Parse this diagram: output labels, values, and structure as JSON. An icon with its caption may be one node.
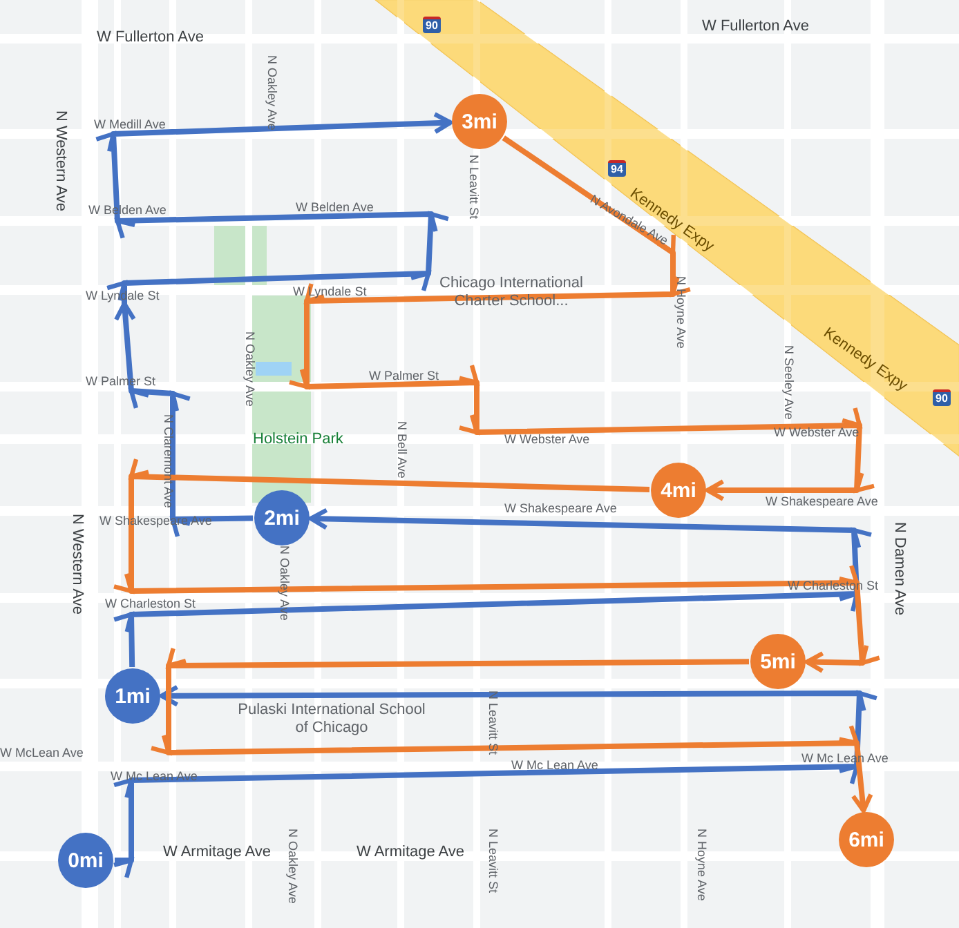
{
  "diagram": {
    "nodes": [
      {
        "text": [
          "0mi"
        ]
      },
      {
        "text": [
          "1mi"
        ]
      },
      {
        "text": [
          "2mi"
        ]
      },
      {
        "text": [
          "3mi"
        ]
      },
      {
        "text": [
          "4mi"
        ]
      },
      {
        "text": [
          "5mi"
        ]
      },
      {
        "text": [
          "6mi"
        ]
      }
    ],
    "edges": [
      {
        "from": 0,
        "to": 1,
        "arrow": "to",
        "color": "#4472c4"
      },
      {
        "from": 1,
        "to": 2,
        "arrow": "to",
        "color": "#4472c4"
      },
      {
        "from": 2,
        "to": 3,
        "arrow": "to",
        "color": "#4472c4"
      },
      {
        "from": 3,
        "to": 4,
        "arrow": "to",
        "color": "#ed7d31"
      },
      {
        "from": 4,
        "to": 5,
        "arrow": "to",
        "color": "#ed7d31"
      },
      {
        "from": 5,
        "to": 6,
        "arrow": "to",
        "color": "#ed7d31"
      }
    ],
    "labels": [
      "90",
      "W Fullerton Ave",
      "W Fullerton Ave",
      "N Western Ave",
      "N Oakley Ave",
      "W Medill Ave",
      "N Leavitt St",
      "94",
      "N Avondale Ave",
      "Kennedy Expy",
      "W Belden Ave",
      "W Belden Ave",
      "Chicago International Charter School...",
      "N Hoyne Ave",
      "Kennedy Expy",
      "W Lyndale St",
      "W Lyndale St",
      "N Oakley Ave",
      "N Seeley Ave",
      "W Palmer St",
      "W Palmer St",
      "90",
      "N Claremont Ave",
      "Holstein Park",
      "N Bell Ave",
      "W Webster Ave",
      "W Webster Ave",
      "N Damen Ave",
      "W Shakespeare Ave",
      "W Shakespeare Ave",
      "W Shakespeare Ave",
      "N Western Ave",
      "N Oakley Ave",
      "W Charleston St",
      "W Charleston St",
      "N Leavitt St",
      "Pulaski International School of Chicago",
      "W McLean Ave",
      "W Mc Lean Ave",
      "W Mc Lean Ave",
      "W Mc Lean Ave",
      "W Armitage Ave",
      "W Armitage Ave",
      "N Oakley Ave",
      "N Leavitt St",
      "N Hoyne Ave"
    ]
  }
}
